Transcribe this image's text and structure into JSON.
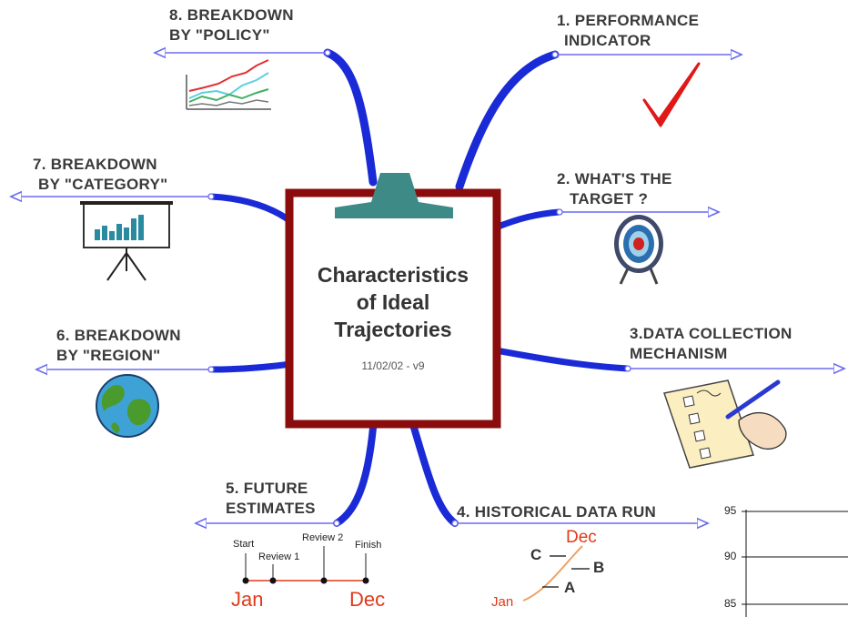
{
  "center": {
    "title_lines": [
      "Characteristics",
      "of Ideal",
      "Trajectories"
    ],
    "subtitle": "11/02/02 - v9"
  },
  "branches": [
    {
      "lines": [
        "1. PERFORMANCE",
        "INDICATOR"
      ]
    },
    {
      "lines": [
        "2. WHAT'S THE",
        "TARGET ?"
      ]
    },
    {
      "lines": [
        "3.DATA COLLECTION",
        "MECHANISM"
      ]
    },
    {
      "lines": [
        "4. HISTORICAL DATA RUN"
      ]
    },
    {
      "lines": [
        "5. FUTURE",
        "ESTIMATES"
      ]
    },
    {
      "lines": [
        "6. BREAKDOWN",
        "BY \"REGION\""
      ]
    },
    {
      "lines": [
        "7. BREAKDOWN",
        "BY \"CATEGORY\""
      ]
    },
    {
      "lines": [
        "8. BREAKDOWN",
        "BY \"POLICY\""
      ]
    }
  ],
  "timeline": {
    "milestones": [
      "Start",
      "Review 1",
      "Review 2",
      "Finish"
    ],
    "start": "Jan",
    "end": "Dec"
  },
  "historical": {
    "labels": [
      "Dec",
      "C",
      "B",
      "A",
      "Jan"
    ]
  },
  "chart_fragment": {
    "ticks": [
      "95",
      "90",
      "85"
    ]
  },
  "colors": {
    "branch_blue": "#1a2ad6",
    "line_blue": "#6a6af0",
    "frame_red": "#8a0c0c",
    "clip_teal": "#3d8a86",
    "check_red": "#e01818",
    "date_red": "#e03a1a"
  }
}
